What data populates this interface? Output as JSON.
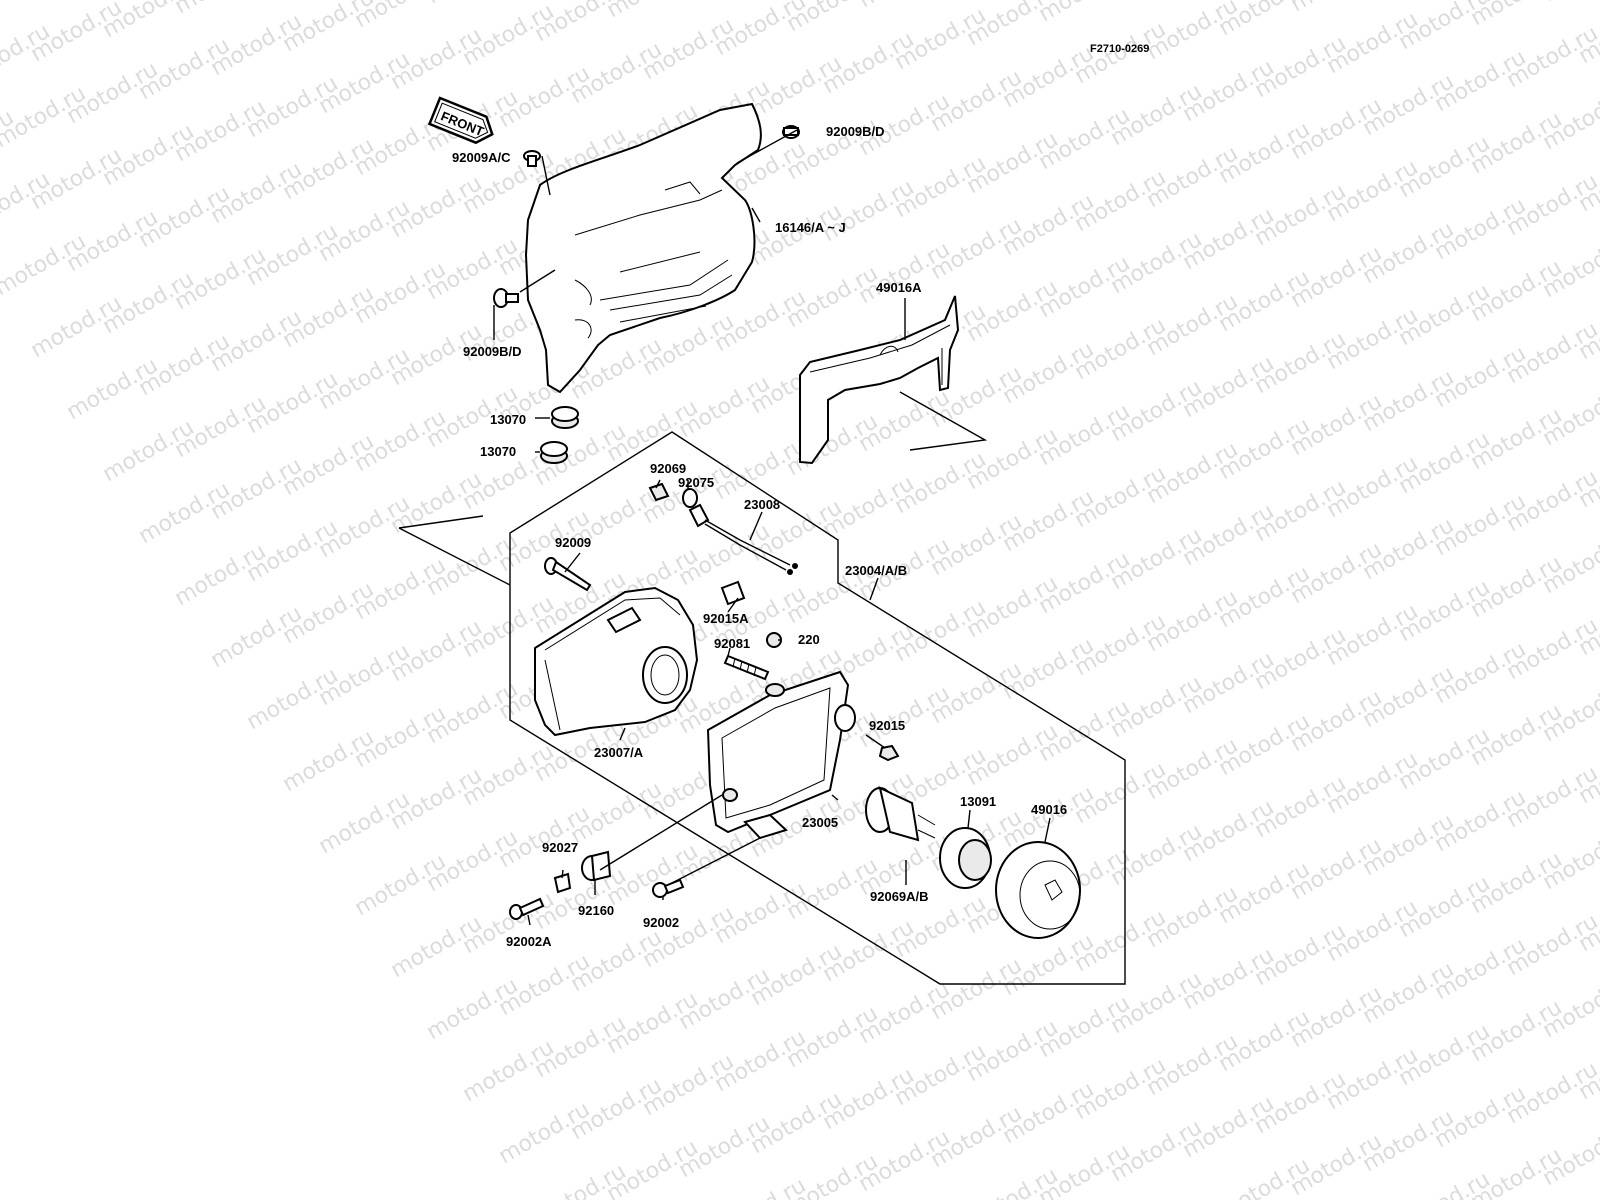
{
  "diagram": {
    "figure_code": "F2710-0269",
    "front_tag": "FRONT",
    "watermark_text": "motod.ru",
    "parts": [
      {
        "id": "p-92009bd-top",
        "label": "92009B/D"
      },
      {
        "id": "p-92009ac",
        "label": "92009A/C"
      },
      {
        "id": "p-16146",
        "label": "16146/A ~ J"
      },
      {
        "id": "p-49016a",
        "label": "49016A"
      },
      {
        "id": "p-92009bd-left",
        "label": "92009B/D"
      },
      {
        "id": "p-13070-a",
        "label": "13070"
      },
      {
        "id": "p-13070-b",
        "label": "13070"
      },
      {
        "id": "p-92069",
        "label": "92069"
      },
      {
        "id": "p-92075",
        "label": "92075"
      },
      {
        "id": "p-23008",
        "label": "23008"
      },
      {
        "id": "p-92009",
        "label": "92009"
      },
      {
        "id": "p-23004",
        "label": "23004/A/B"
      },
      {
        "id": "p-92015a",
        "label": "92015A"
      },
      {
        "id": "p-92081",
        "label": "92081"
      },
      {
        "id": "p-220",
        "label": "220"
      },
      {
        "id": "p-92015",
        "label": "92015"
      },
      {
        "id": "p-23007",
        "label": "23007/A"
      },
      {
        "id": "p-13091",
        "label": "13091"
      },
      {
        "id": "p-49016",
        "label": "49016"
      },
      {
        "id": "p-23005",
        "label": "23005"
      },
      {
        "id": "p-92027",
        "label": "92027"
      },
      {
        "id": "p-92069ab",
        "label": "92069A/B"
      },
      {
        "id": "p-92160",
        "label": "92160"
      },
      {
        "id": "p-92002",
        "label": "92002"
      },
      {
        "id": "p-92002a",
        "label": "92002A"
      }
    ]
  }
}
